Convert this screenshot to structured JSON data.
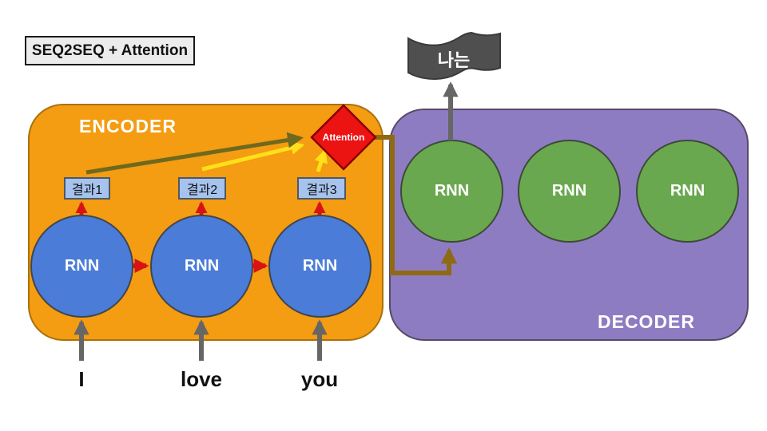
{
  "title": {
    "label": "SEQ2SEQ + Attention"
  },
  "encoder": {
    "label": "ENCODER",
    "units": [
      {
        "label": "RNN"
      },
      {
        "label": "RNN"
      },
      {
        "label": "RNN"
      }
    ],
    "outputs": [
      {
        "label": "결과1"
      },
      {
        "label": "결과2"
      },
      {
        "label": "결과3"
      }
    ],
    "inputs": [
      {
        "label": "I"
      },
      {
        "label": "love"
      },
      {
        "label": "you"
      }
    ]
  },
  "attention": {
    "label": "Attention"
  },
  "decoder": {
    "label": "DECODER",
    "units": [
      {
        "label": "RNN"
      },
      {
        "label": "RNN"
      },
      {
        "label": "RNN"
      }
    ],
    "output_flag": {
      "label": "나는"
    }
  },
  "colors": {
    "encoder_fill": "#F49C12",
    "decoder_fill": "#8E7CC3",
    "encoder_unit_fill": "#4A7CD8",
    "decoder_unit_fill": "#6AA84F",
    "output_box_fill": "#A6C3EE",
    "attention_fill": "#EC1313",
    "attention_border": "#8B0000",
    "input_arrow": "#666666",
    "state_arrow": "#D81313",
    "attention_weight_arrow_1": "#6E691E",
    "attention_weight_arrow_2": "#FFE01A",
    "context_vector_arrow": "#8F6A14",
    "flag_fill": "#4F4F4F",
    "title_fill": "#ECECEC"
  }
}
